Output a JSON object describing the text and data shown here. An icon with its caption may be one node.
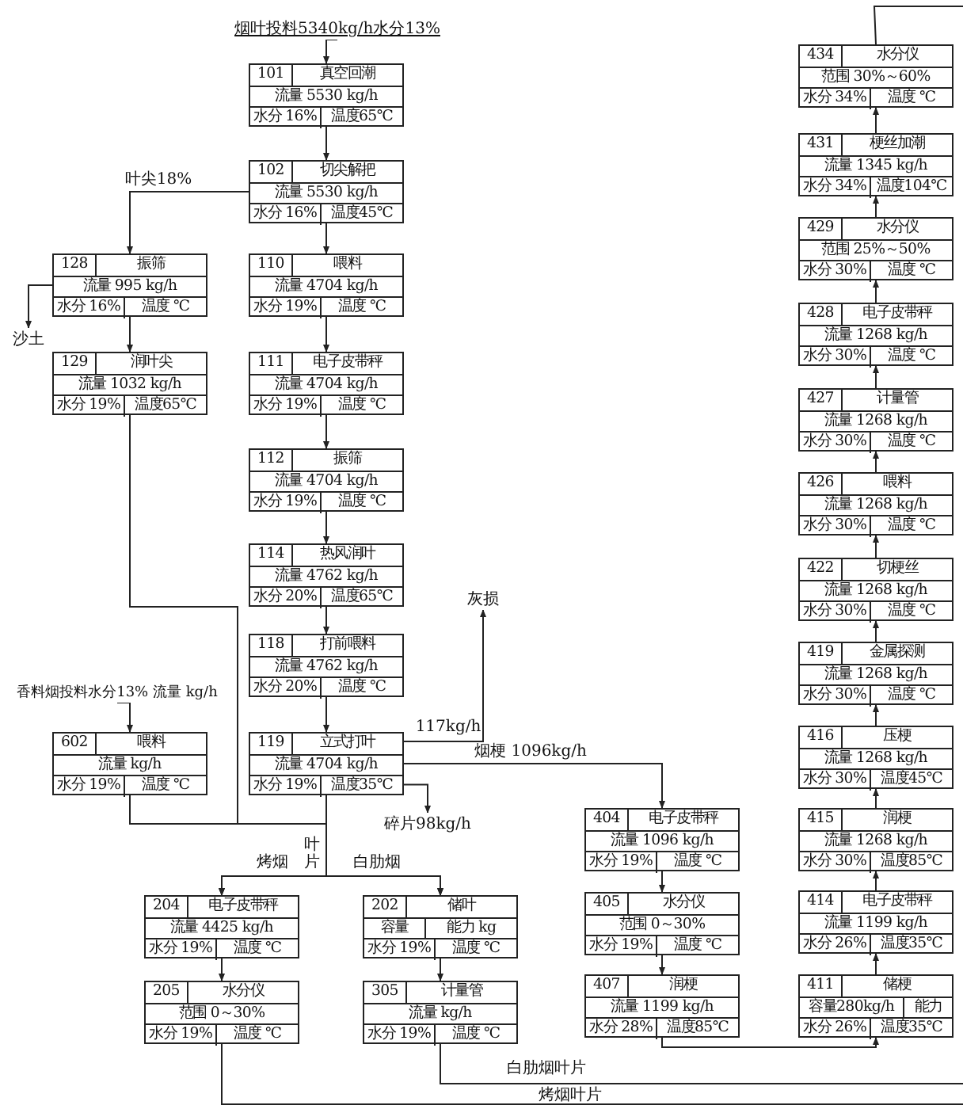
{
  "diagram": {
    "nodes": [
      {
        "text": [
          "烟叶投料5340kg/h水分13%"
        ]
      },
      {
        "text": [
          "101",
          "真空回潮",
          "流量 5530 kg/h",
          "水分 16%",
          "温度65℃"
        ]
      },
      {
        "text": [
          "102",
          "切尖解把",
          "流量 5530 kg/h",
          "水分 16%",
          "温度45℃"
        ]
      },
      {
        "text": [
          "128",
          "振筛",
          "流量 995 kg/h",
          "水分 16%",
          "温度 ℃"
        ]
      },
      {
        "text": [
          "110",
          "喂料",
          "流量 4704 kg/h",
          "水分 19%",
          "温度 ℃"
        ]
      },
      {
        "text": [
          "沙土"
        ]
      },
      {
        "text": [
          "129",
          "润叶尖",
          "流量 1032 kg/h",
          "水分 19%",
          "温度65℃"
        ]
      },
      {
        "text": [
          "111",
          "电子皮带秤",
          "流量 4704 kg/h",
          "水分 19%",
          "温度 ℃"
        ]
      },
      {
        "text": [
          "112",
          "振筛",
          "流量 4704 kg/h",
          "水分 19%",
          "温度 ℃"
        ]
      },
      {
        "text": [
          "114",
          "热风润叶",
          "流量 4762 kg/h",
          "水分 20%",
          "温度65℃"
        ]
      },
      {
        "text": [
          "118",
          "打前喂料",
          "流量 4762 kg/h",
          "水分 20%",
          "温度 ℃"
        ]
      },
      {
        "text": [
          "香料烟投料水分13% 流量 kg/h"
        ]
      },
      {
        "text": [
          "602",
          "喂料",
          "流量 kg/h",
          "水分 19%",
          "温度 ℃"
        ]
      },
      {
        "text": [
          "119",
          "立式打叶",
          "流量 4704 kg/h",
          "水分 19%",
          "温度35℃"
        ]
      },
      {
        "text": [
          "灰损"
        ]
      },
      {
        "text": [
          "碎片98kg/h"
        ]
      },
      {
        "text": [
          "204",
          "电子皮带秤",
          "流量 4425 kg/h",
          "水分 19%",
          "温度 ℃"
        ]
      },
      {
        "text": [
          "202",
          "储叶",
          "容量",
          "能力 kg",
          "水分 19%",
          "温度 ℃"
        ]
      },
      {
        "text": [
          "205",
          "水分仪",
          "范围 0～30%",
          "水分 19%",
          "温度 ℃"
        ]
      },
      {
        "text": [
          "305",
          "计量管",
          "流量 kg/h",
          "水分 19%",
          "温度 ℃"
        ]
      },
      {
        "text": [
          "404",
          "电子皮带秤",
          "流量 1096 kg/h",
          "水分 19%",
          "温度 ℃"
        ]
      },
      {
        "text": [
          "405",
          "水分仪",
          "范围 0～30%",
          "水分 19%",
          "温度 ℃"
        ]
      },
      {
        "text": [
          "407",
          "润梗",
          "流量 1199 kg/h",
          "水分 28%",
          "温度85℃"
        ]
      },
      {
        "text": [
          "411",
          "储梗",
          "容量280kg/h",
          "能力",
          "水分 26%",
          "温度35℃"
        ]
      },
      {
        "text": [
          "414",
          "电子皮带秤",
          "流量 1199 kg/h",
          "水分 26%",
          "温度35℃"
        ]
      },
      {
        "text": [
          "415",
          "润梗",
          "流量 1268 kg/h",
          "水分 30%",
          "温度85℃"
        ]
      },
      {
        "text": [
          "416",
          "压梗",
          "流量 1268 kg/h",
          "水分 30%",
          "温度45℃"
        ]
      },
      {
        "text": [
          "419",
          "金属探测",
          "流量 1268 kg/h",
          "水分 30%",
          "温度 ℃"
        ]
      },
      {
        "text": [
          "422",
          "切梗丝",
          "流量 1268 kg/h",
          "水分 30%",
          "温度 ℃"
        ]
      },
      {
        "text": [
          "426",
          "喂料",
          "流量 1268 kg/h",
          "水分 30%",
          "温度 ℃"
        ]
      },
      {
        "text": [
          "427",
          "计量管",
          "流量 1268 kg/h",
          "水分 30%",
          "温度 ℃"
        ]
      },
      {
        "text": [
          "428",
          "电子皮带秤",
          "流量 1268 kg/h",
          "水分 30%",
          "温度 ℃"
        ]
      },
      {
        "text": [
          "429",
          "水分仪",
          "范围 25%～50%",
          "水分 30%",
          "温度 ℃"
        ]
      },
      {
        "text": [
          "431",
          "梗丝加潮",
          "流量 1345 kg/h",
          "水分 34%",
          "温度104℃"
        ]
      },
      {
        "text": [
          "434",
          "水分仪",
          "范围 30%～60%",
          "水分 34%",
          "温度 ℃"
        ]
      }
    ],
    "edges": [
      {
        "from": 0,
        "to": 1,
        "arrow": "to"
      },
      {
        "from": 1,
        "to": 2,
        "arrow": "to"
      },
      {
        "from": 2,
        "to": 3,
        "arrow": "to",
        "label": "叶尖18%"
      },
      {
        "from": 2,
        "to": 4,
        "arrow": "to"
      },
      {
        "from": 3,
        "to": 5,
        "arrow": "to"
      },
      {
        "from": 3,
        "to": 6,
        "arrow": "to"
      },
      {
        "from": 4,
        "to": 7,
        "arrow": "to"
      },
      {
        "from": 7,
        "to": 8,
        "arrow": "to"
      },
      {
        "from": 8,
        "to": 9,
        "arrow": "to"
      },
      {
        "from": 9,
        "to": 10,
        "arrow": "to"
      },
      {
        "from": 10,
        "to": 13,
        "arrow": "to"
      },
      {
        "from": 11,
        "to": 12,
        "arrow": "to"
      },
      {
        "from": 6,
        "to": 16,
        "arrow": "to"
      },
      {
        "from": 6,
        "to": 17,
        "arrow": "to"
      },
      {
        "from": 12,
        "to": 16,
        "arrow": "to"
      },
      {
        "from": 12,
        "to": 17,
        "arrow": "to"
      },
      {
        "from": 13,
        "to": 16,
        "arrow": "to",
        "label": "烤烟"
      },
      {
        "from": 13,
        "to": 17,
        "arrow": "to",
        "label": "白肋烟"
      },
      {
        "from": 13,
        "to": 14,
        "arrow": "to",
        "label": "117kg/h"
      },
      {
        "from": 13,
        "to": 15,
        "arrow": "to"
      },
      {
        "from": 13,
        "to": 20,
        "arrow": "to",
        "label": "烟梗 1096kg/h"
      },
      {
        "from": 16,
        "to": 18,
        "arrow": "to"
      },
      {
        "from": 17,
        "to": 19,
        "arrow": "to"
      },
      {
        "from": 18,
        "to": null,
        "arrow": "none",
        "label": "烤烟叶片"
      },
      {
        "from": 19,
        "to": null,
        "arrow": "none",
        "label": "白肋烟叶片"
      },
      {
        "from": 20,
        "to": 21,
        "arrow": "to"
      },
      {
        "from": 21,
        "to": 22,
        "arrow": "to"
      },
      {
        "from": 22,
        "to": 23,
        "arrow": "to"
      },
      {
        "from": 23,
        "to": 24,
        "arrow": "to"
      },
      {
        "from": 24,
        "to": 25,
        "arrow": "to"
      },
      {
        "from": 25,
        "to": 26,
        "arrow": "to"
      },
      {
        "from": 26,
        "to": 27,
        "arrow": "to"
      },
      {
        "from": 27,
        "to": 28,
        "arrow": "to"
      },
      {
        "from": 28,
        "to": 29,
        "arrow": "to"
      },
      {
        "from": 29,
        "to": 30,
        "arrow": "to"
      },
      {
        "from": 30,
        "to": 31,
        "arrow": "to"
      },
      {
        "from": 31,
        "to": 32,
        "arrow": "to"
      },
      {
        "from": 32,
        "to": 33,
        "arrow": "to"
      },
      {
        "from": 33,
        "to": 34,
        "arrow": "to"
      },
      {
        "from": 34,
        "to": null,
        "arrow": "none"
      }
    ],
    "labels": [
      "叶片"
    ]
  }
}
